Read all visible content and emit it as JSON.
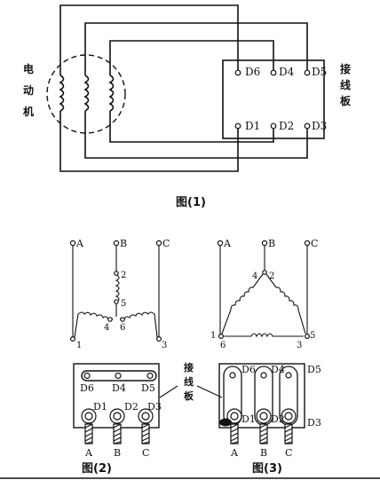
{
  "figure1": {
    "caption": "图(1)",
    "motor_label": [
      "电",
      "动",
      "机"
    ],
    "board_label": [
      "接",
      "线",
      "板"
    ],
    "terminals_top": [
      "D6",
      "D4",
      "D5"
    ],
    "terminals_bottom": [
      "D1",
      "D2",
      "D3"
    ]
  },
  "figure2": {
    "caption": "图(2)",
    "phases": [
      "A",
      "B",
      "C"
    ],
    "winding_numbers": [
      "1",
      "2",
      "3",
      "4",
      "5",
      "6"
    ],
    "board_top": [
      "D6",
      "D4",
      "D5"
    ],
    "board_bottom": [
      "D1",
      "D2",
      "D3"
    ],
    "cable_labels": [
      "A",
      "B",
      "C"
    ]
  },
  "figure3": {
    "caption": "图(3)",
    "phases": [
      "A",
      "B",
      "C"
    ],
    "winding_numbers": [
      "1",
      "2",
      "3",
      "4",
      "5",
      "6"
    ],
    "board_top": [
      "D6",
      "D4",
      "D5"
    ],
    "board_bottom": [
      "D1",
      "D2",
      "D3"
    ],
    "cable_labels": [
      "A",
      "B",
      "C"
    ]
  },
  "board_label_mid": [
    "接",
    "线",
    "板"
  ]
}
